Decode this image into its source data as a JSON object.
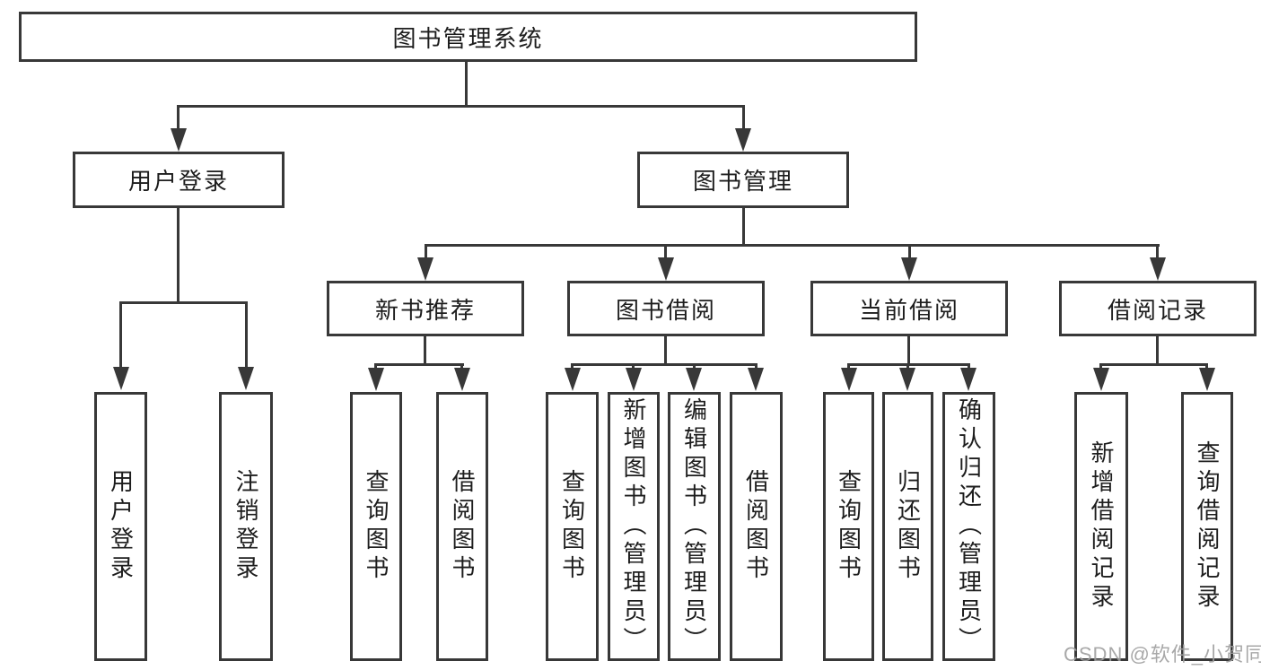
{
  "diagram": {
    "root": {
      "label": "图书管理系统"
    },
    "branches": [
      {
        "label": "用户登录",
        "children": [
          {
            "label": "用户登录"
          },
          {
            "label": "注销登录"
          }
        ]
      },
      {
        "label": "图书管理",
        "children": [
          {
            "label": "新书推荐",
            "children": [
              {
                "label": "查询图书"
              },
              {
                "label": "借阅图书"
              }
            ]
          },
          {
            "label": "图书借阅",
            "children": [
              {
                "label": "查询图书"
              },
              {
                "label": "新增图书（管理员）"
              },
              {
                "label": "编辑图书（管理员）"
              },
              {
                "label": "借阅图书"
              }
            ]
          },
          {
            "label": "当前借阅",
            "children": [
              {
                "label": "查询图书"
              },
              {
                "label": "归还图书"
              },
              {
                "label": "确认归还（管理员）"
              }
            ]
          },
          {
            "label": "借阅记录",
            "children": [
              {
                "label": "新增借阅记录"
              },
              {
                "label": "查询借阅记录"
              }
            ]
          }
        ]
      }
    ]
  },
  "watermark": {
    "text": "CSDN @软件_小贺同学"
  },
  "colors": {
    "line": "#383838",
    "text": "#1d1d1d",
    "watermark": "#9e9e9e",
    "background": "#ffffff"
  }
}
